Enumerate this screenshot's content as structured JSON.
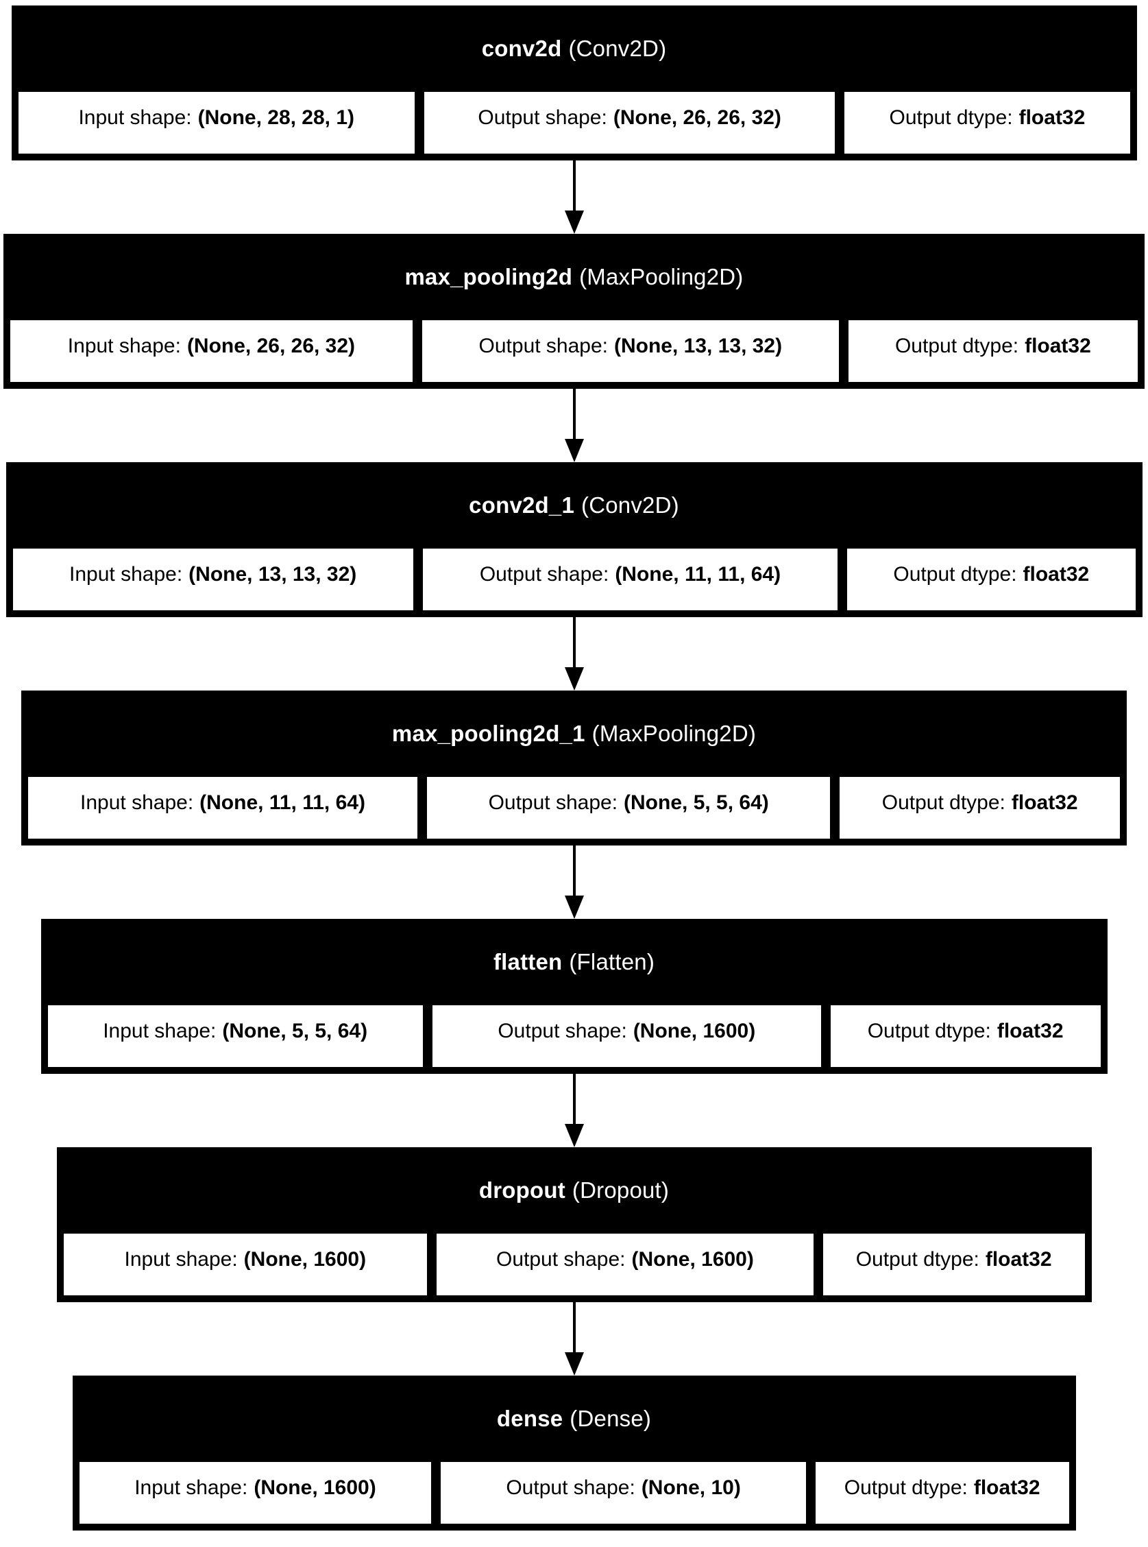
{
  "labels": {
    "input_shape": "Input shape:",
    "output_shape": "Output shape:",
    "output_dtype": "Output dtype:"
  },
  "colors": {
    "node_fill": "#000000",
    "node_title_text": "#ffffff",
    "cell_fill": "#ffffff",
    "cell_text": "#000000",
    "arrow": "#000000",
    "background": "#ffffff"
  },
  "layers": [
    {
      "name": "conv2d",
      "type_label": "(Conv2D)",
      "input_shape": "(None, 28, 28, 1)",
      "output_shape": "(None, 26, 26, 32)",
      "output_dtype": "float32"
    },
    {
      "name": "max_pooling2d",
      "type_label": "(MaxPooling2D)",
      "input_shape": "(None, 26, 26, 32)",
      "output_shape": "(None, 13, 13, 32)",
      "output_dtype": "float32"
    },
    {
      "name": "conv2d_1",
      "type_label": "(Conv2D)",
      "input_shape": "(None, 13, 13, 32)",
      "output_shape": "(None, 11, 11, 64)",
      "output_dtype": "float32"
    },
    {
      "name": "max_pooling2d_1",
      "type_label": "(MaxPooling2D)",
      "input_shape": "(None, 11, 11, 64)",
      "output_shape": "(None, 5, 5, 64)",
      "output_dtype": "float32"
    },
    {
      "name": "flatten",
      "type_label": "(Flatten)",
      "input_shape": "(None, 5, 5, 64)",
      "output_shape": "(None, 1600)",
      "output_dtype": "float32"
    },
    {
      "name": "dropout",
      "type_label": "(Dropout)",
      "input_shape": "(None, 1600)",
      "output_shape": "(None, 1600)",
      "output_dtype": "float32"
    },
    {
      "name": "dense",
      "type_label": "(Dense)",
      "input_shape": "(None, 1600)",
      "output_shape": "(None, 10)",
      "output_dtype": "float32"
    }
  ]
}
